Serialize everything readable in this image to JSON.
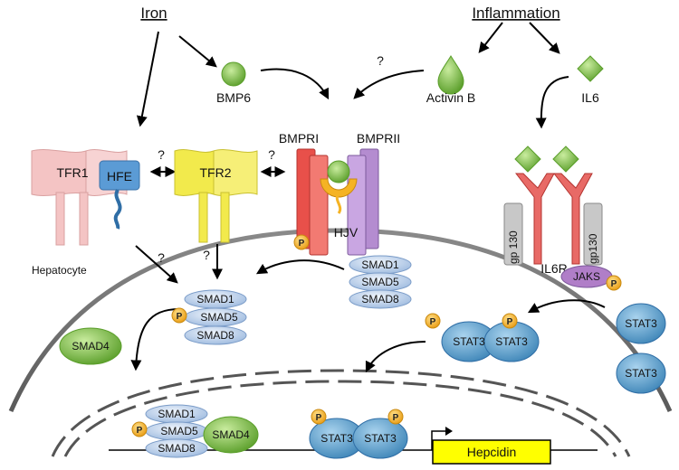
{
  "titles": {
    "iron": "Iron",
    "inflammation": "Inflammation"
  },
  "ligands": {
    "bmp6": "BMP6",
    "activin_b": "Activin B",
    "il6": "IL6"
  },
  "receptors": {
    "bmpri": "BMPRI",
    "bmprii": "BMPRII",
    "tfr1": "TFR1",
    "hfe": "HFE",
    "tfr2": "TFR2",
    "hjv": "HJV",
    "gp130_left": "gp 130",
    "gp130_right": "gp130",
    "il6r": "IL6R",
    "jaks": "JAKS"
  },
  "cell": {
    "hepatocyte": "Hepatocyte"
  },
  "question_mark": "?",
  "phospho": "P",
  "smads": {
    "smad1": "SMAD1",
    "smad5": "SMAD5",
    "smad8": "SMAD8",
    "smad4": "SMAD4"
  },
  "stat3": "STAT3",
  "gene": {
    "hepcidin": "Hepcidin"
  },
  "colors": {
    "tfr1": "#f4c4c4",
    "hfe": "#5b9bd5",
    "tfr2": "#f0e84a",
    "bmpri": "#e8504a",
    "bmprii": "#b48cd0",
    "green": "#7cc242",
    "smad_blue": "#bcd3ee",
    "stat_blue": "#5fa3d0",
    "jaks": "#b07ec8",
    "phospho": "#f5b324",
    "gp130": "#c8c8c8",
    "il6r": "#e86a66",
    "hepcidin": "#ffff00"
  }
}
